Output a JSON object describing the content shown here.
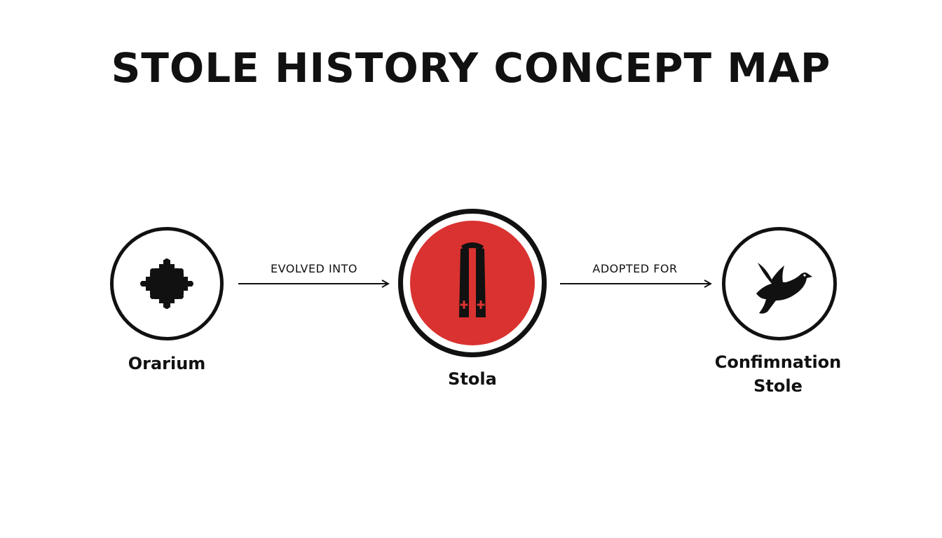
{
  "title": "STOLE HISTORY CONCEPT MAP",
  "nodes": [
    {
      "label": "Orarium",
      "icon": "diamond-pattern-icon"
    },
    {
      "label": "Stola",
      "icon": "stole-vestment-icon",
      "accent": "#d93230"
    },
    {
      "label_lines": [
        "Confimnation",
        "Stole"
      ],
      "icon": "dove-icon"
    }
  ],
  "edges": [
    {
      "label": "EVOLVED INTO"
    },
    {
      "label": "ADOPTED FOR"
    }
  ]
}
